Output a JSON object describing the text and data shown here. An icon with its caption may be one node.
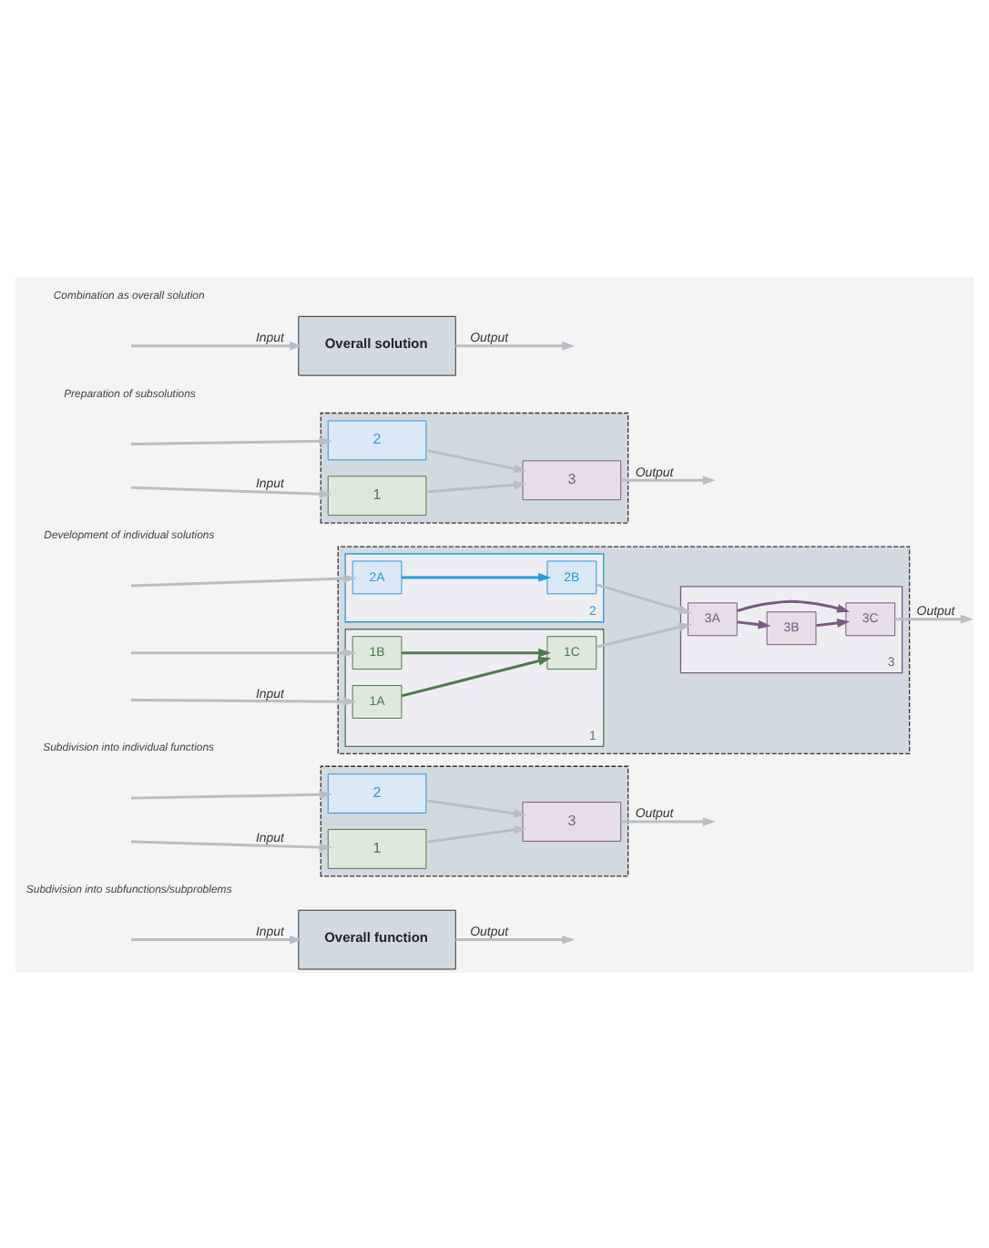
{
  "diagram": {
    "nodes": [
      {
        "text": [
          "Overall function"
        ]
      },
      {
        "text": [],
        "shape": "box"
      },
      {
        "text": [
          "1"
        ],
        "in": 1
      },
      {
        "text": [
          "2"
        ],
        "in": 1
      },
      {
        "text": [
          "3"
        ],
        "in": 1
      },
      {
        "text": [],
        "shape": "box"
      },
      {
        "text": [
          "1"
        ],
        "in": 5
      },
      {
        "text": [
          "1A"
        ],
        "in": 6
      },
      {
        "text": [
          "1B"
        ],
        "in": 6
      },
      {
        "text": [
          "1C"
        ],
        "in": 6
      },
      {
        "text": [
          "2"
        ],
        "in": 5
      },
      {
        "text": [
          "2A"
        ],
        "in": 10
      },
      {
        "text": [
          "2B"
        ],
        "in": 10
      },
      {
        "text": [
          "3"
        ],
        "in": 5
      },
      {
        "text": [
          "3A"
        ],
        "in": 13
      },
      {
        "text": [
          "3B"
        ],
        "in": 13
      },
      {
        "text": [
          "3C"
        ],
        "in": 13
      },
      {
        "text": [],
        "shape": "box"
      },
      {
        "text": [
          "1"
        ],
        "in": 17
      },
      {
        "text": [
          "2"
        ],
        "in": 17
      },
      {
        "text": [
          "3"
        ],
        "in": 17
      },
      {
        "text": [
          "Overall solution"
        ]
      }
    ],
    "edges": [
      {
        "from": null,
        "to": 0,
        "arrow": "to",
        "label": "Input"
      },
      {
        "from": 0,
        "to": null,
        "arrow": "to",
        "label": "Output"
      },
      {
        "from": null,
        "to": 2,
        "arrow": "to",
        "label": "Input"
      },
      {
        "from": null,
        "to": 3,
        "arrow": "to"
      },
      {
        "from": 2,
        "to": 4,
        "arrow": "to"
      },
      {
        "from": 3,
        "to": 4,
        "arrow": "to"
      },
      {
        "from": 4,
        "to": null,
        "arrow": "to",
        "label": "Output"
      },
      {
        "from": null,
        "to": 7,
        "arrow": "to",
        "label": "Input"
      },
      {
        "from": null,
        "to": 8,
        "arrow": "to"
      },
      {
        "from": null,
        "to": 11,
        "arrow": "to"
      },
      {
        "from": 7,
        "to": 9,
        "arrow": "to",
        "color": "#4f7a4f"
      },
      {
        "from": 8,
        "to": 9,
        "arrow": "to",
        "color": "#4f7a4f"
      },
      {
        "from": 11,
        "to": 12,
        "arrow": "to",
        "color": "#2a9ad6"
      },
      {
        "from": 9,
        "to": 14,
        "arrow": "to"
      },
      {
        "from": 12,
        "to": 14,
        "arrow": "to"
      },
      {
        "from": 14,
        "to": 16,
        "arrow": "to",
        "color": "#7a5a80"
      },
      {
        "from": 14,
        "to": 15,
        "arrow": "to",
        "color": "#7a5a80"
      },
      {
        "from": 15,
        "to": 16,
        "arrow": "to",
        "color": "#7a5a80"
      },
      {
        "from": 16,
        "to": null,
        "arrow": "to",
        "label": "Output"
      },
      {
        "from": null,
        "to": 18,
        "arrow": "to",
        "label": "Input"
      },
      {
        "from": null,
        "to": 19,
        "arrow": "to"
      },
      {
        "from": 18,
        "to": 20,
        "arrow": "to"
      },
      {
        "from": 19,
        "to": 20,
        "arrow": "to"
      },
      {
        "from": 20,
        "to": null,
        "arrow": "to",
        "label": "Output"
      },
      {
        "from": null,
        "to": 21,
        "arrow": "to",
        "label": "Input"
      },
      {
        "from": 21,
        "to": null,
        "arrow": "to",
        "label": "Output"
      }
    ],
    "labels": [
      "Subdivision into subfunctions/subproblems",
      "Subdivision into individual functions",
      "Development of individual solutions",
      "Preparation of subsolutions",
      "Combination as overall solution"
    ]
  }
}
